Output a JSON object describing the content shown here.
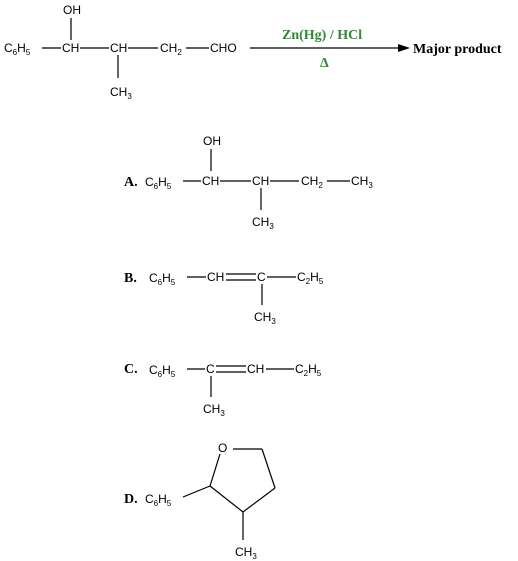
{
  "colors": {
    "reagent": "#2e8b2e",
    "ink": "#000000"
  },
  "reaction": {
    "reactant": {
      "oh": "OH",
      "c6": "C",
      "c6sub": "6",
      "h5": "H",
      "h5sub": "5",
      "ch1": "CH",
      "ch2": "CH",
      "ch2b": "CH",
      "ch2bsub": "2",
      "cho": "CHO",
      "me": "CH",
      "mesub": "3"
    },
    "reagent_top": "Zn(Hg) / HCl",
    "reagent_bottom": "Δ",
    "product": "Major product"
  },
  "options": {
    "a": {
      "label": "A.",
      "oh": "OH",
      "c6": "C",
      "c6sub": "6",
      "h5": "H",
      "h5sub": "5",
      "ch1": "CH",
      "ch2": "CH",
      "ch2b": "CH",
      "ch2bsub": "2",
      "ch3end": "CH",
      "ch3endsub": "3",
      "me": "CH",
      "mesub": "3"
    },
    "b": {
      "label": "B.",
      "c6": "C",
      "c6sub": "6",
      "h5": "H",
      "h5sub": "5",
      "ch": "CH",
      "c": "C",
      "c2": "C",
      "c2sub": "2",
      "h": "H",
      "hsub": "5",
      "me": "CH",
      "mesub": "3"
    },
    "c": {
      "label": "C.",
      "c6": "C",
      "c6sub": "6",
      "h5": "H",
      "h5sub": "5",
      "c": "C",
      "ch": "CH",
      "c2": "C",
      "c2sub": "2",
      "h": "H",
      "hsub": "5",
      "me": "CH",
      "mesub": "3"
    },
    "d": {
      "label": "D.",
      "c6": "C",
      "c6sub": "6",
      "h5": "H",
      "h5sub": "5",
      "o": "O",
      "me": "CH",
      "mesub": "3"
    }
  }
}
